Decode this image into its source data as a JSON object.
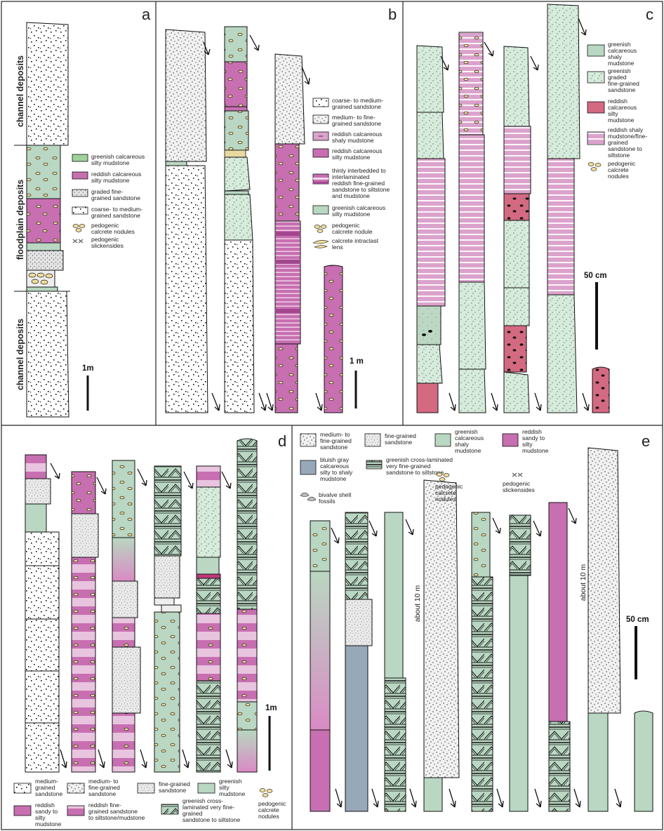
{
  "colors": {
    "greenish": "#b9d7c2",
    "green_bright": "#9fd19b",
    "reddish": "#c76fb1",
    "reddish_light": "#dba3cc",
    "red_mudstone": "#d46a82",
    "bluish_gray": "#97a8b8",
    "sand": "#eeeeee",
    "nodule": "#e9d28f"
  },
  "panels": {
    "a": {
      "letter": "a",
      "labels": {
        "channel_upper": "channel deposits",
        "floodplain": "floodplain deposits",
        "channel_lower": "channel deposits"
      },
      "scale": "1m",
      "legend": [
        {
          "pattern": "greenish",
          "lines": [
            "greenish calcareous",
            "silty mudstone"
          ]
        },
        {
          "pattern": "reddish",
          "lines": [
            "reddish calcareous",
            "silty mudstone"
          ]
        },
        {
          "pattern": "graded",
          "lines": [
            "graded fine-",
            "grained sandstone"
          ]
        },
        {
          "pattern": "coarse",
          "lines": [
            "coarse- to medium-",
            "grained sandstone"
          ]
        },
        {
          "pattern": "nodules",
          "lines": [
            "pedogenic",
            "calcrete nodules"
          ]
        },
        {
          "pattern": "slickensides",
          "lines": [
            "pedogenic",
            "slickensides"
          ]
        }
      ]
    },
    "b": {
      "letter": "b",
      "scale": "1 m",
      "legend": [
        {
          "pattern": "coarse",
          "lines": [
            "coarse- to medium-",
            "grained sandstone"
          ]
        },
        {
          "pattern": "medfine",
          "lines": [
            "medium- to fine-",
            "grained sandstone"
          ]
        },
        {
          "pattern": "reddish_shaly",
          "lines": [
            "reddish calcareous",
            "shaly mudstone"
          ]
        },
        {
          "pattern": "reddish",
          "lines": [
            "reddish calcareous",
            "silty mudstone"
          ]
        },
        {
          "pattern": "interbedded",
          "lines": [
            "thinly interbedded to",
            "interlaminated",
            "reddish fine-grained",
            "sandstone to siltstone",
            "and mudstone"
          ]
        },
        {
          "pattern": "greenish",
          "lines": [
            "greenish calcareous",
            "silty mudstone"
          ]
        },
        {
          "pattern": "nodules",
          "lines": [
            "pedogenic",
            "calcrete nodule"
          ]
        },
        {
          "pattern": "intraclast",
          "lines": [
            "calcrete intraclast",
            "lens"
          ]
        }
      ]
    },
    "c": {
      "letter": "c",
      "scale": "50 cm",
      "legend": [
        {
          "pattern": "greenish_shaly",
          "lines": [
            "greenish",
            "calcareous",
            "shaly",
            "mudstone"
          ]
        },
        {
          "pattern": "greenish_graded",
          "lines": [
            "greenish",
            "graded",
            "fine-grained",
            "sandstone"
          ]
        },
        {
          "pattern": "reddish_silty",
          "lines": [
            "reddish",
            "calcareous",
            "silty",
            "mudstone"
          ]
        },
        {
          "pattern": "reddish_striped",
          "lines": [
            "reddish shaly",
            "mudstone/fine-",
            "grained",
            "sandstone to",
            "siltstone"
          ]
        },
        {
          "pattern": "nodules",
          "lines": [
            "pedogenic",
            "calcrete",
            "nodules"
          ]
        }
      ]
    },
    "d": {
      "letter": "d",
      "scale": "1m",
      "legend": [
        {
          "pattern": "coarse",
          "lines": [
            "medium-",
            "grained",
            "sandstone"
          ]
        },
        {
          "pattern": "medfine",
          "lines": [
            "medium- to",
            "fine-grained",
            "sandstone"
          ]
        },
        {
          "pattern": "fine",
          "lines": [
            "fine-grained",
            "sandstone"
          ]
        },
        {
          "pattern": "greenish",
          "lines": [
            "greenish",
            "silty",
            "mudstone"
          ]
        },
        {
          "pattern": "nodules",
          "lines": [
            "pedogenic",
            "calcrete",
            "nodules"
          ]
        },
        {
          "pattern": "reddish",
          "lines": [
            "reddish",
            "sandy to",
            "silty",
            "mudstone"
          ]
        },
        {
          "pattern": "interbedded",
          "lines": [
            "reddish fine-",
            "grained sandstone",
            "to siltstone/mudstone"
          ]
        },
        {
          "pattern": "crosslam",
          "lines": [
            "greenish cross-",
            "laminated very fine-",
            "grained",
            "sandstone to siltstone"
          ]
        }
      ]
    },
    "e": {
      "letter": "e",
      "scale": "50 cm",
      "about": "about 10 m",
      "legend": [
        {
          "pattern": "medfine",
          "lines": [
            "medium- to",
            "fine-grained",
            "sandstone"
          ]
        },
        {
          "pattern": "fine",
          "lines": [
            "fine-grained",
            "sandstone"
          ]
        },
        {
          "pattern": "greenish",
          "lines": [
            "greenish",
            "calcareous",
            "shaly",
            "mudstone"
          ]
        },
        {
          "pattern": "reddish",
          "lines": [
            "reddish",
            "sandy to",
            "silty",
            "mudstone"
          ]
        },
        {
          "pattern": "bluish",
          "lines": [
            "bluish gray",
            "calcareous",
            "silty to shaly",
            "mudstone"
          ]
        },
        {
          "pattern": "crosslam",
          "lines": [
            "greenish cross-laminated",
            "very fine-grained",
            "sandstone to siltstone"
          ]
        },
        {
          "pattern": "nodules",
          "lines": [
            "pedogenic",
            "calcrete",
            "nodules"
          ]
        },
        {
          "pattern": "slickensides",
          "lines": [
            "pedogenic",
            "slickensides"
          ]
        },
        {
          "pattern": "bivalve",
          "lines": [
            "bivalve shell",
            "fossils"
          ]
        }
      ]
    }
  }
}
